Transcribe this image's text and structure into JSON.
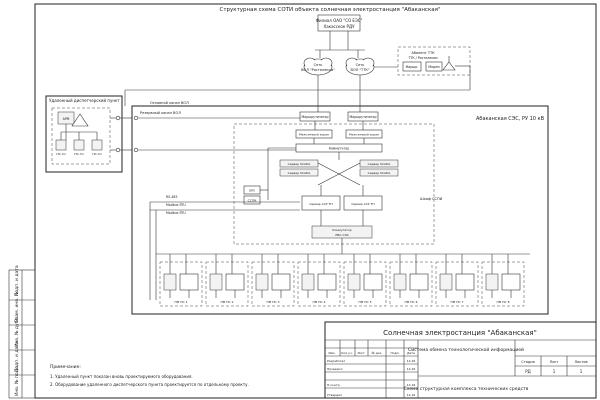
{
  "header": {
    "title": "Структурная схема СОТИ объекта солнечная электростанция \"Абаканская\""
  },
  "nodes": {
    "rdu_line1": "Филиал ОАО \"СО ЕЭС\"",
    "rdu_line2": "Хакасское РДУ",
    "cloud_left_line1": "Сеть",
    "cloud_left_line2": "ВОЛ \"Ростелеком\"",
    "cloud_right_line1": "Сеть",
    "cloud_right_line2": "ВОЛ \"ТТК\"",
    "ext_line1": "Абонент ТТК",
    "ext_line2": "ТТК / Ростелеком",
    "ext_a": "Маршр.",
    "ext_b": "Модем"
  },
  "panels": {
    "remote_title": "Удаленный диспетчерский пункт",
    "remote_dev1": "АРМ",
    "remote_dev2": "ПС-3л",
    "remote_dev3": "ПС-3л",
    "remote_dev4": "ПС-3л",
    "ses_title": "Абаканская СЭС, РУ 10 кВ",
    "link_left": "Резервный канал ВОЛ",
    "link_top": "Основной канал ВОЛ"
  },
  "core": {
    "router1": "Маршрутизатор",
    "router2": "Маршрутизатор",
    "fw_left": "Межсетевой экран",
    "fw_right": "Межсетевой экран",
    "sw_top": "Коммутатор",
    "srv_left1": "Сервер SCADA",
    "srv_left2": "Сервер SCADA",
    "srv_right1": "Сервер SCADA",
    "srv_right2": "Сервер SCADA",
    "gps": "GPS",
    "usv": "ССПИ",
    "asu_left": "Сервер АСУ ТП",
    "asu_right": "Сервер АСУ ТП",
    "main_switch": "Коммутатор",
    "main_switch_sub": "ЛВС СЭС",
    "aux_label": "Шкаф ССПИ",
    "rs_label1": "RS-485",
    "rs_label2": "Modbus RTU",
    "rs_label3": "Modbus RTU"
  },
  "devices": [
    "ПМ ПС 1",
    "ПМ ПС 2",
    "ПМ ПС 3",
    "ПМ ПС 4",
    "ПМ ПС 5",
    "ПМ ПС 6",
    "ПМ ПС 7",
    "ПМ ПС 8"
  ],
  "notes": {
    "heading": "Примечание:",
    "n1": "1. Удаленный пункт показан вновь проектируемого оборудования.",
    "n2": "2. Оборудование удаленного диспетчерского пункта проектируется по отдельному проекту."
  },
  "side_labels": {
    "s1": "Подп. и дата",
    "s2": "Взам. инв. №",
    "s3": "Инв. № дубл.",
    "s4": "Подп. и дата",
    "s5": "Инв. № подл."
  },
  "title_block": {
    "project_title": "Солнечная электростанция \"Абаканская\"",
    "system_name": "Система обмена технологической информацией",
    "drawing_name": "Схема структурная комплекса технических средств",
    "col_izm": "Изм.",
    "col_kol": "Кол.уч.",
    "col_list": "Лист",
    "col_doc": "№ док.",
    "col_sign": "Подп.",
    "col_date": "Дата",
    "role_dev": "Разработал",
    "role_check": "Проверил",
    "role_nkontr": "Н.контр.",
    "role_utv": "Утвердил",
    "date1": "12.16",
    "date2": "12.16",
    "date3": "12.16",
    "date4": "12.16",
    "stage_label": "Стадия",
    "sheet_label": "Лист",
    "sheets_label": "Листов",
    "stage_value": "РД",
    "sheet_value": "1",
    "sheets_value": "1"
  }
}
